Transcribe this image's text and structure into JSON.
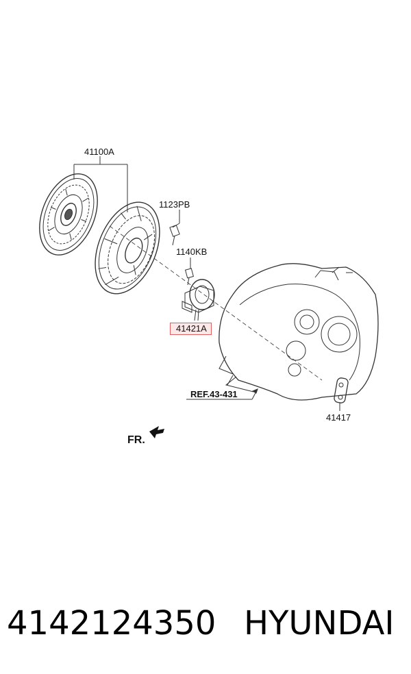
{
  "diagram": {
    "labels": {
      "clutch_set": "41100A",
      "bolt_1": "1123PB",
      "bolt_2": "1140KB",
      "release_bearing": "41421A",
      "reference": "REF.43-431",
      "plate": "41417",
      "front": "FR."
    },
    "highlight_color": "#e06060"
  },
  "footer": {
    "part_number": "4142124350",
    "brand": "HYUNDAI"
  }
}
